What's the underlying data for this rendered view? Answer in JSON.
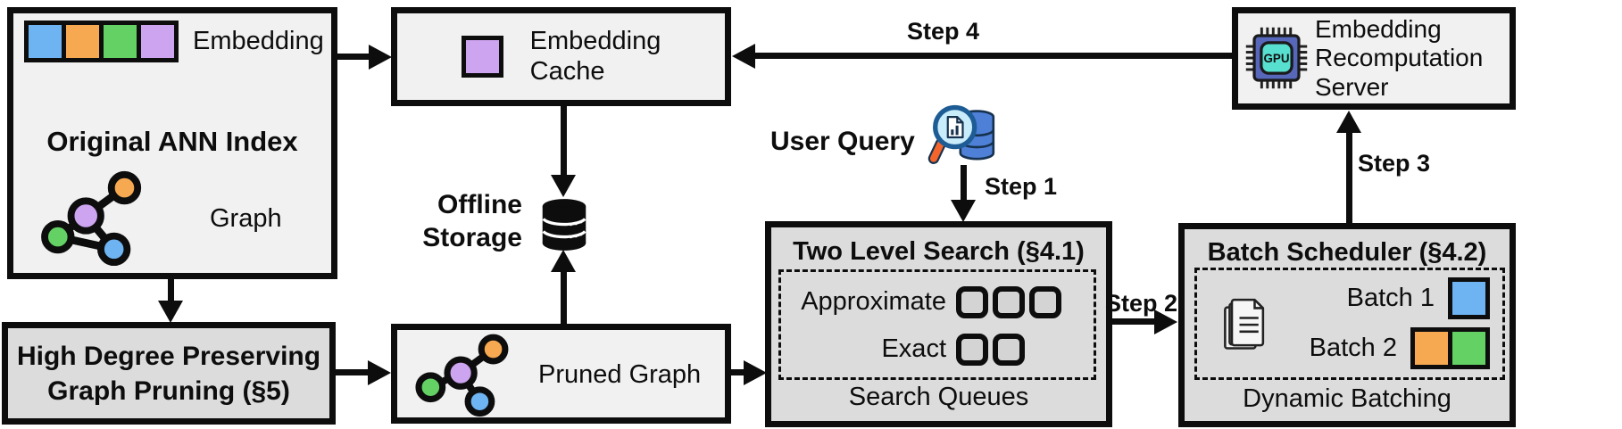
{
  "figure": {
    "original_index": {
      "embedding_label": "Embedding",
      "title": "Original ANN Index",
      "graph_label": "Graph"
    },
    "graph_pruning": {
      "line1": "High Degree Preserving",
      "line2": "Graph Pruning (§5)"
    },
    "embedding_cache": {
      "line1": "Embedding",
      "line2": "Cache"
    },
    "offline_storage": {
      "line1": "Offline",
      "line2": "Storage"
    },
    "pruned_graph": {
      "label": "Pruned Graph"
    },
    "user_query": {
      "label": "User Query"
    },
    "two_level_search": {
      "title": "Two Level Search (§4.1)",
      "approximate_label": "Approximate",
      "exact_label": "Exact",
      "caption": "Search Queues",
      "approximate_slots": 3,
      "exact_slots": 2
    },
    "batch_scheduler": {
      "title": "Batch Scheduler (§4.2)",
      "batch1_label": "Batch 1",
      "batch2_label": "Batch 2",
      "caption": "Dynamic Batching"
    },
    "recomputation_server": {
      "line1": "Embedding",
      "line2": "Recomputation",
      "line3": "Server",
      "chip_label": "GPU"
    },
    "steps": {
      "step1": "Step 1",
      "step2": "Step 2",
      "step3": "Step 3",
      "step4": "Step 4"
    }
  },
  "icons": {
    "original_graph": "graph-nodes-icon",
    "pruned_graph": "pruned-graph-nodes-icon",
    "offline_storage": "database-icon",
    "user_query": "magnifier-over-database-icon",
    "batch_scheduler": "documents-stack-icon",
    "recomputation_server": "gpu-chip-icon"
  },
  "colors": {
    "box_light": "#f1f1f1",
    "box_dark": "#dcdcdc",
    "line": "#0d0d0d",
    "blue": "#6eb3f2",
    "orange": "#f6a950",
    "green": "#63d163",
    "purple": "#cda4ef",
    "slot_fill": "#d4d4d4",
    "db_blue": "#4f80d8",
    "lens_cyan": "#c9ecfb",
    "handle_orange": "#f4652c",
    "magnifier_rim": "#1d5c94",
    "icon_outline": "#16324f",
    "chip_body": "#5767b9",
    "chip_inner": "#57e0d0"
  },
  "swatches": {
    "embedding_strip": [
      "#6eb3f2",
      "#f6a950",
      "#63d163",
      "#cda4ef"
    ],
    "cache_square": [
      "#cda4ef"
    ],
    "batch1": [
      "#6eb3f2"
    ],
    "batch2": [
      "#f6a950",
      "#63d163"
    ]
  }
}
